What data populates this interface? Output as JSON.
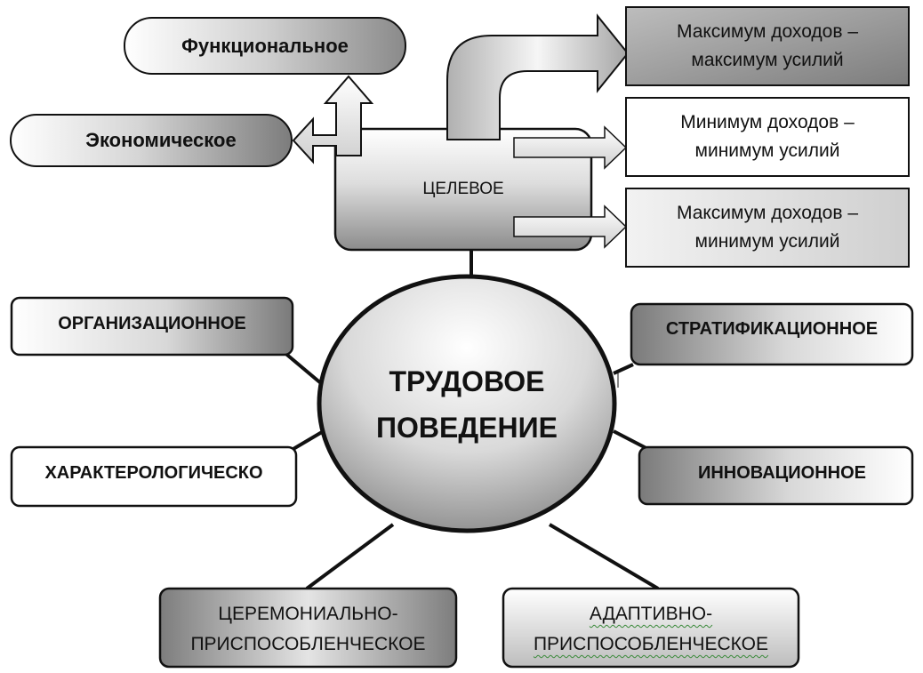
{
  "center": {
    "line1": "ТРУДОВОЕ",
    "line2": "ПОВЕДЕНИЕ"
  },
  "target": {
    "label": "ЦЕЛЕВОЕ"
  },
  "purpose_types": {
    "functional": "Функциональное",
    "economic": "Экономическое"
  },
  "strategies": [
    {
      "line1": "Максимум доходов –",
      "line2": "максимум усилий"
    },
    {
      "line1": "Минимум доходов –",
      "line2": "минимум усилий"
    },
    {
      "line1": "Максимум доходов –",
      "line2": "минимум усилий"
    }
  ],
  "types": {
    "organizational": "ОРГАНИЗАЦИОННОЕ",
    "characterological": "ХАРАКТЕРОЛОГИЧЕСКО",
    "ceremonial_line1": "ЦЕРЕМОНИАЛЬНО-",
    "ceremonial_line2": "ПРИСПОСОБЛЕНЧЕСКОЕ",
    "adaptive_line1": "АДАПТИВНО-",
    "adaptive_line2": "ПРИСПОСОБЛЕНЧЕСКОЕ",
    "innovative": "ИННОВАЦИОННОЕ",
    "stratification": "СТРАТИФИКАЦИОННОЕ"
  }
}
